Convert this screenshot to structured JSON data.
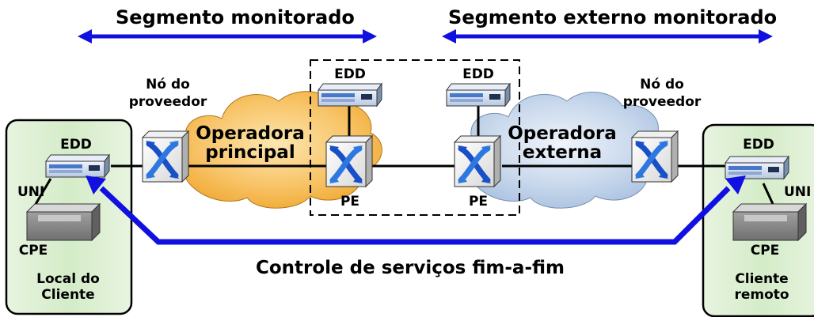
{
  "segments": {
    "monitored": "Segmento monitorado",
    "external": "Segmento externo monitorado"
  },
  "clouds": {
    "main_line1": "Operadora",
    "main_line2": "principal",
    "external_line1": "Operadora",
    "external_line2": "externa"
  },
  "nodes": {
    "provider_left_line1": "Nó do",
    "provider_left_line2": "proveedor",
    "provider_right_line1": "Nó do",
    "provider_right_line2": "proveedor",
    "edd_left": "EDD",
    "edd_right": "EDD",
    "edd_pe_left": "EDD",
    "edd_pe_right": "EDD",
    "pe_left": "PE",
    "pe_right": "PE",
    "uni_left": "UNI",
    "uni_right": "UNI",
    "cpe_left": "CPE",
    "cpe_right": "CPE"
  },
  "sites": {
    "left_line1": "Local do",
    "left_line2": "Cliente",
    "right_line1": "Cliente",
    "right_line2": "remoto"
  },
  "service_control": "Controle de serviços fim-a-fim",
  "colors": {
    "arrow_blue": "#1010e0",
    "site_fill": "#d8ecd0",
    "cloud_orange": "#f8c060",
    "cloud_blue": "#c0d4ec"
  },
  "icons": [
    "switch-icon",
    "edd-device-icon",
    "cpe-device-icon",
    "cloud-icon"
  ]
}
